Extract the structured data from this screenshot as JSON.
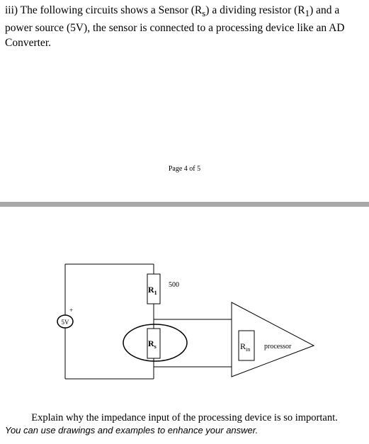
{
  "question": {
    "lead": "iii) The following circuits shows a Sensor (R",
    "sub_s": "s",
    "mid": ") a dividing resistor (R",
    "sub_1": "1",
    "tail": ") and a power source (5V), the sensor is connected to a processing device like an AD Converter."
  },
  "page_footer": "Page 4 of 5",
  "circuit": {
    "source_label": "5V",
    "source_polarity": "+",
    "r1_label": "R",
    "r1_sub": "1",
    "r1_value": "500",
    "rs_label": "R",
    "rs_sub": "s",
    "rin_label": "R",
    "rin_sub": "in",
    "processor_label": "processor"
  },
  "prompt": {
    "main": "Explain why the impedance input of the processing device is so important.",
    "hint": "You can use drawings and examples to enhance your answer."
  },
  "colors": {
    "page_break": "#a9a9a9",
    "ink": "#000000"
  }
}
